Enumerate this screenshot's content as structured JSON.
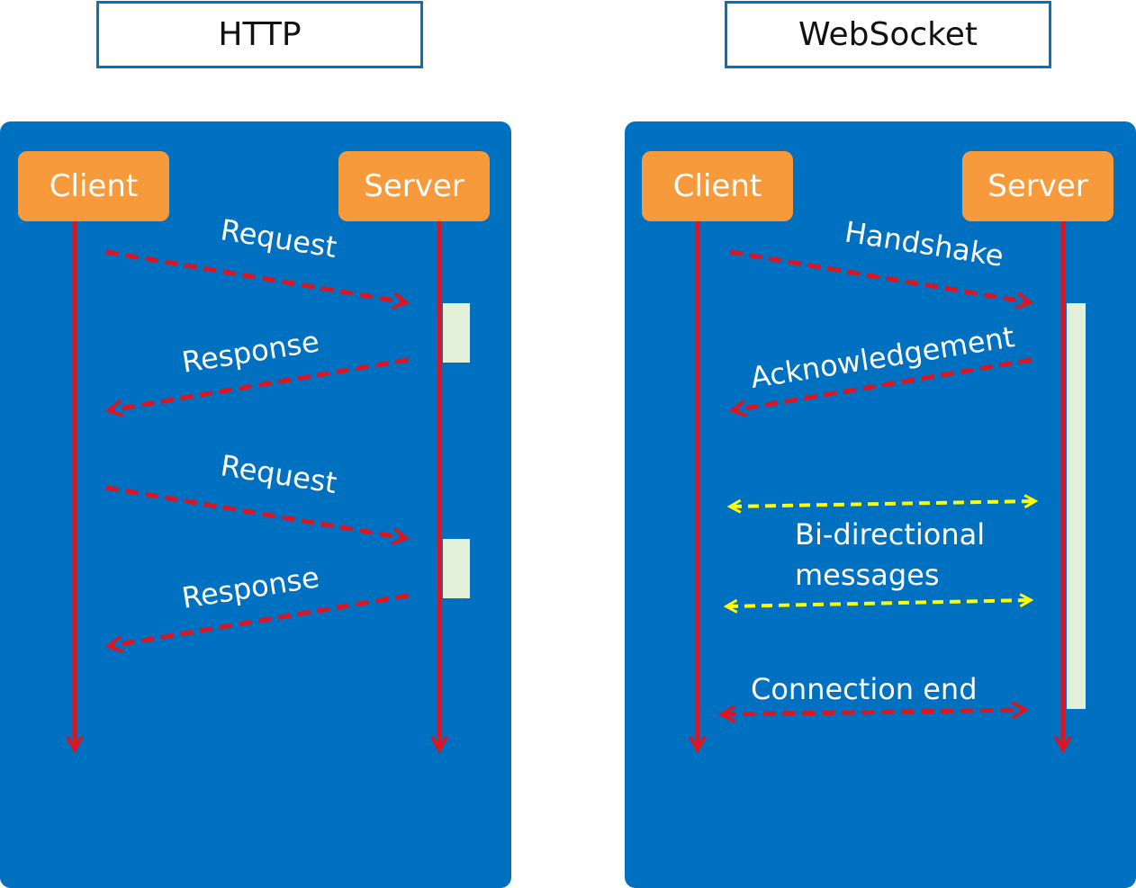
{
  "http": {
    "title": "HTTP",
    "client_label": "Client",
    "server_label": "Server",
    "msg_request_1": "Request",
    "msg_response_1": "Response",
    "msg_request_2": "Request",
    "msg_response_2": "Response"
  },
  "websocket": {
    "title": "WebSocket",
    "client_label": "Client",
    "server_label": "Server",
    "msg_handshake": "Handshake",
    "msg_ack": "Acknowledgement",
    "msg_bidir_line1": "Bi-directional",
    "msg_bidir_line2": "messages",
    "msg_conn_end": "Connection end"
  },
  "colors": {
    "panel": "#0070c0",
    "actor": "#f79a3b",
    "lifeline": "#e0141e",
    "bidirectional": "#ffff00",
    "activation": "#e2f0d9",
    "title_border": "#0a6fc2"
  }
}
